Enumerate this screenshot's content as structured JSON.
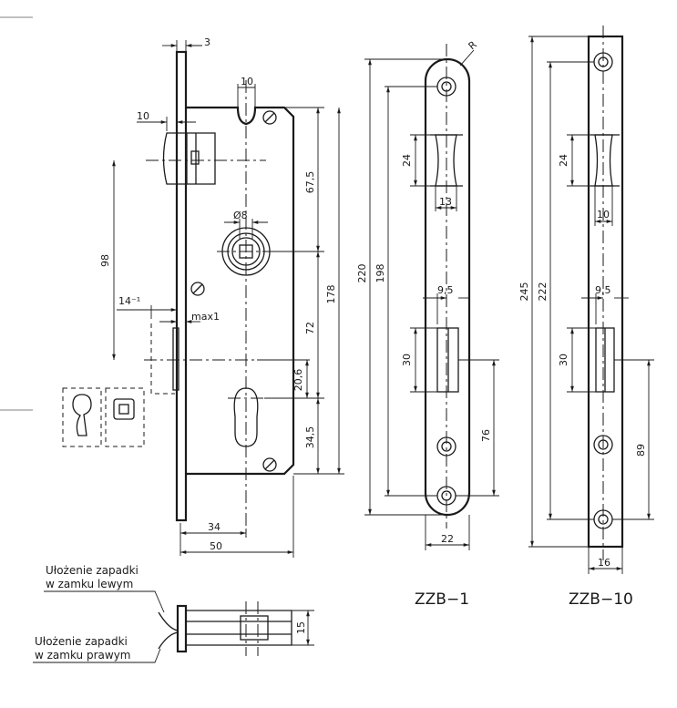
{
  "lock": {
    "dims": {
      "top_3": "3",
      "top_10": "10",
      "latch_10": "10",
      "d_spindle": "Ø8",
      "d_98": "98",
      "d_67_5": "67,5",
      "d_178": "178",
      "d_14": "14⁻¹",
      "d_max1": "max1",
      "d_72": "72",
      "d_20_6": "20,6",
      "d_34_5": "34,5",
      "d_34": "34",
      "d_50": "50",
      "d_15": "15"
    },
    "label_left": "Ułożenie zapadki\nw zamku lewym",
    "label_left_1": "Ułożenie zapadki",
    "label_left_2": "w zamku lewym",
    "label_right_1": "Ułożenie zapadki",
    "label_right_2": "w zamku prawym"
  },
  "zzb1": {
    "name": "ZZB−1",
    "dims": {
      "r": "R",
      "d_220": "220",
      "d_198": "198",
      "d_24": "24",
      "d_13": "13",
      "d_9_5": "9,5",
      "d_30": "30",
      "d_76": "76",
      "d_22": "22"
    }
  },
  "zzb10": {
    "name": "ZZB−10",
    "dims": {
      "d_245": "245",
      "d_222": "222",
      "d_24": "24",
      "d_10": "10",
      "d_9_5": "9,5",
      "d_30": "30",
      "d_89": "89",
      "d_16": "16"
    }
  }
}
